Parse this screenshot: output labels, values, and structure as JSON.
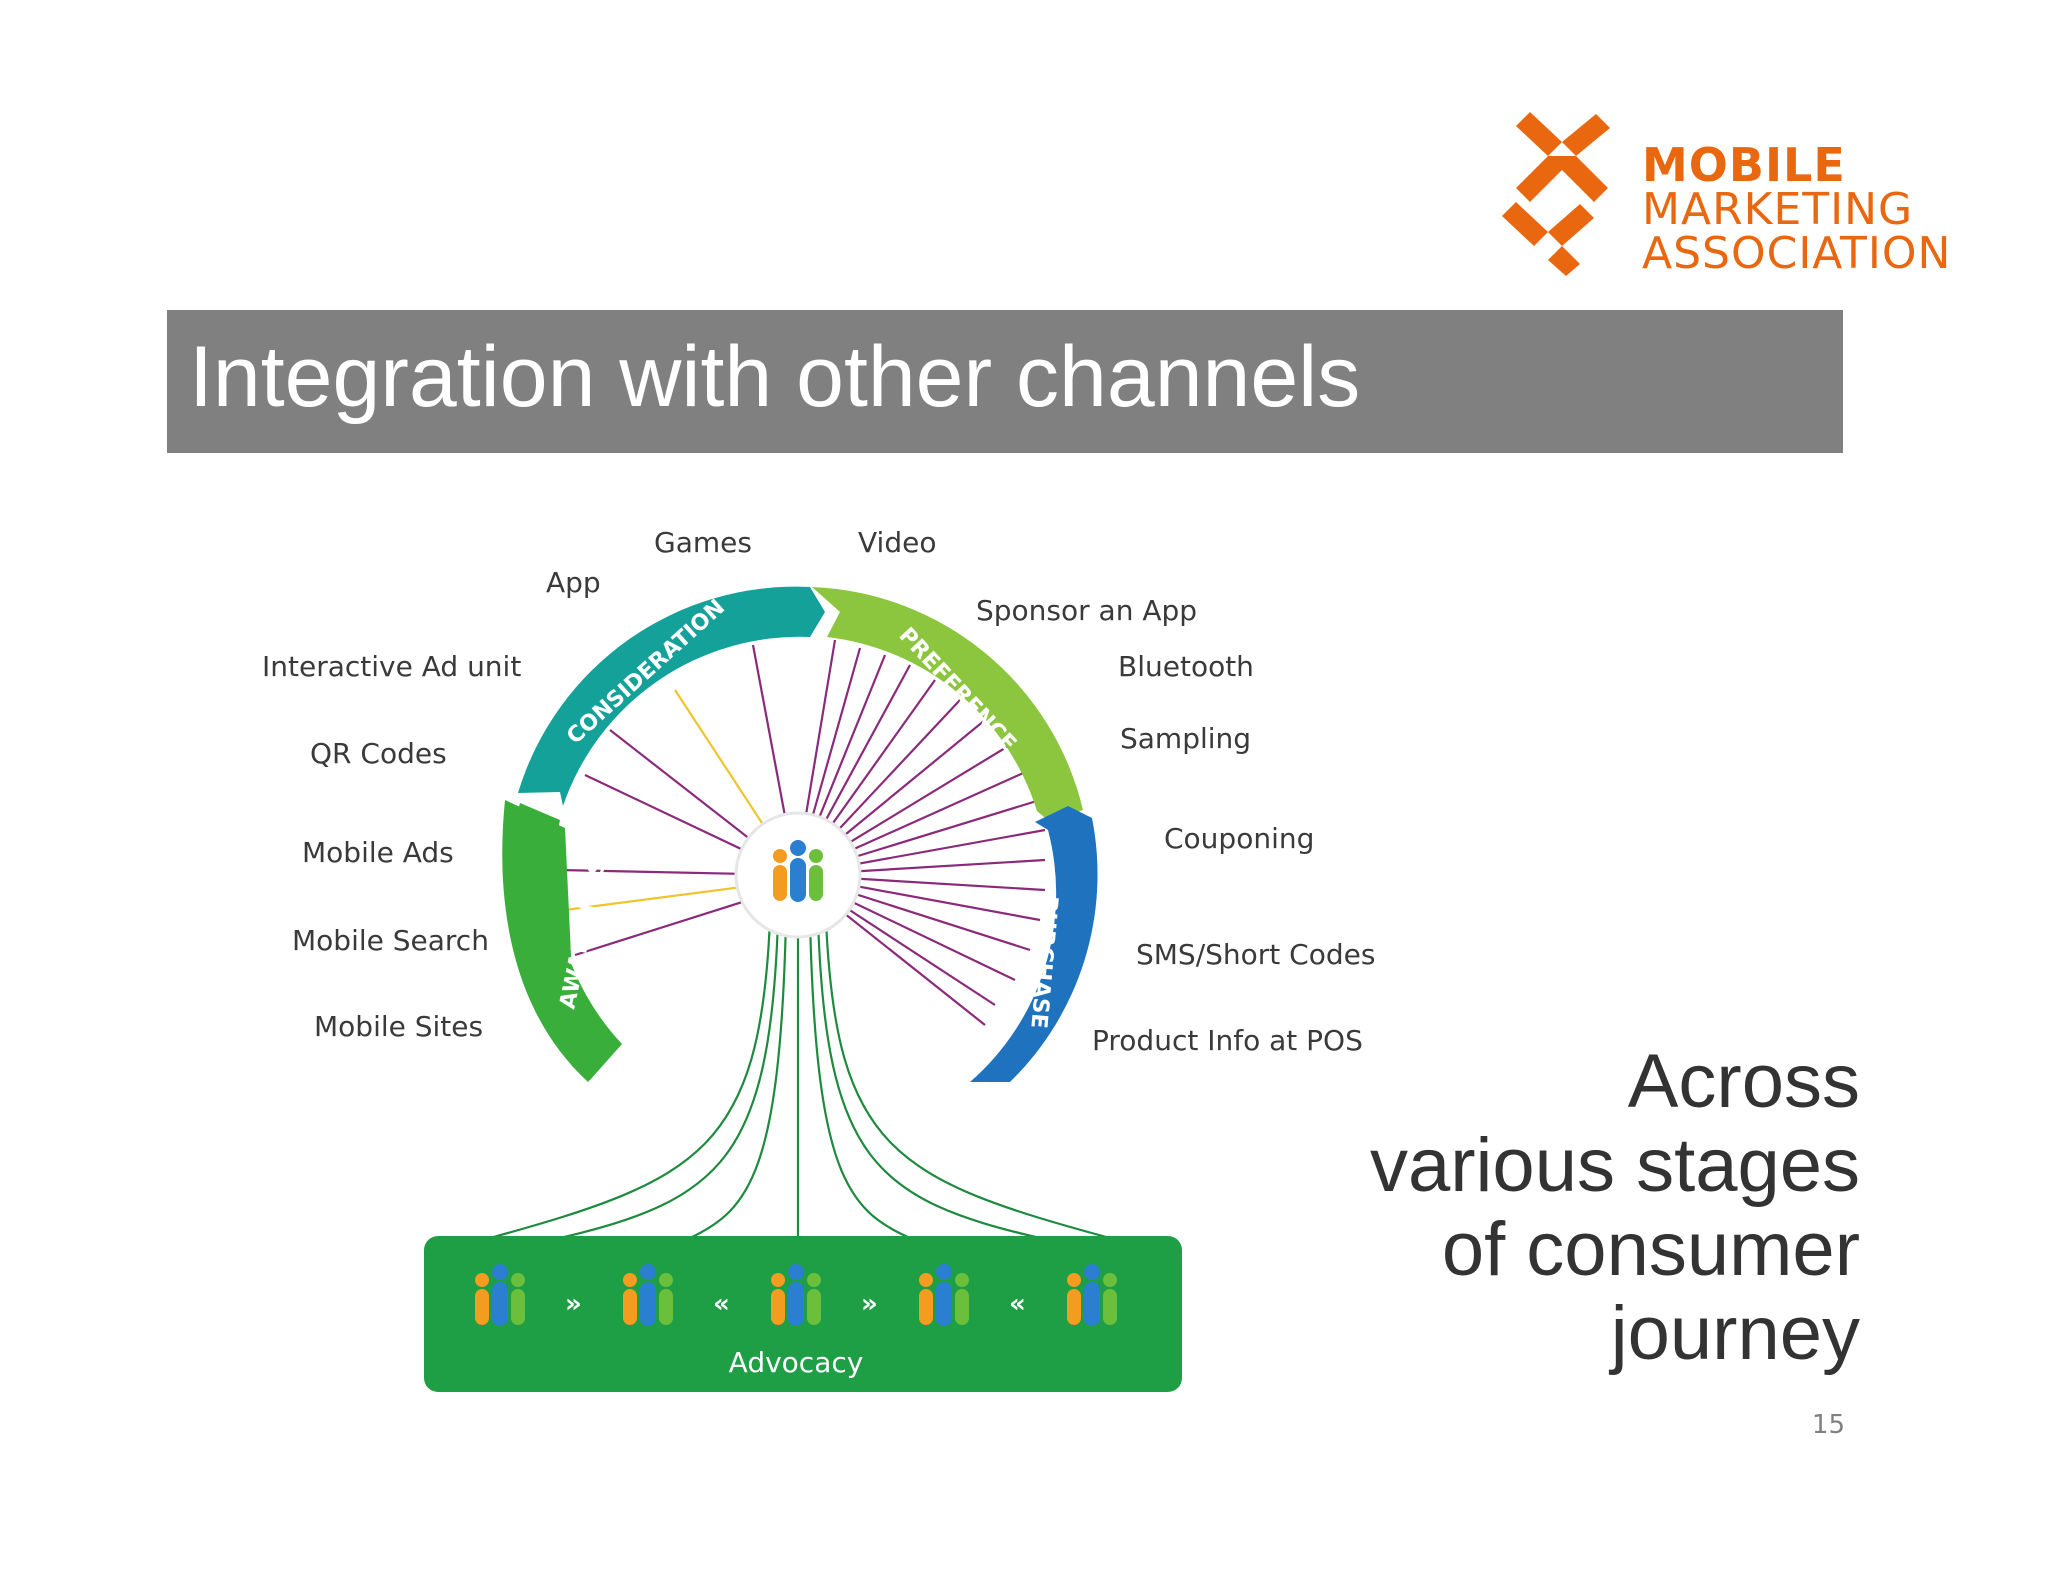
{
  "logo": {
    "line1": "MOBILE",
    "line2": "MARKETING",
    "line3": "ASSOCIATION",
    "color": "#e8670f"
  },
  "title": "Integration with other channels",
  "diagram": {
    "stages": [
      "AWARENESS",
      "CONSIDERATION",
      "PREFERENCE",
      "PURCHASE"
    ],
    "stage_colors": {
      "awareness": "#3aae3a",
      "consideration": "#13a19a",
      "preference": "#8cc63f",
      "purchase": "#1f73be"
    },
    "channels_left": [
      "Games",
      "App",
      "Interactive Ad unit",
      "QR Codes",
      "Mobile Ads",
      "Mobile Search",
      "Mobile Sites"
    ],
    "channels_right": [
      "Video",
      "Sponsor an App",
      "Bluetooth",
      "Sampling",
      "Couponing",
      "SMS/Short Codes",
      "Product Info at POS"
    ],
    "advocacy_label": "Advocacy",
    "advocacy_separators": [
      "»",
      "«",
      "»",
      "«"
    ],
    "advocacy_color": "#1e9e45"
  },
  "caption": {
    "line1": "Across",
    "line2": "various stages",
    "line3": "of consumer",
    "line4": "journey"
  },
  "page_number": "15"
}
